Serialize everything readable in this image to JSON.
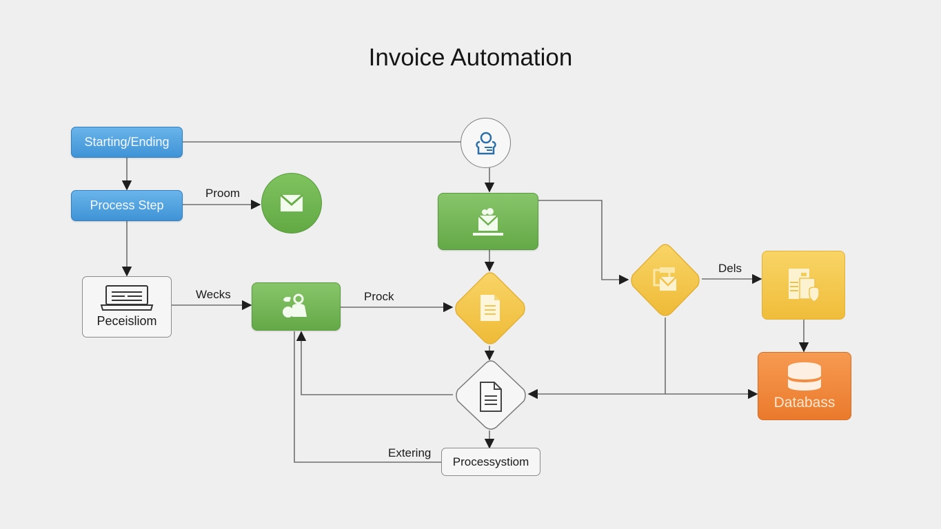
{
  "title": "Invoice Automation",
  "nodes": {
    "start_end": {
      "label": "Starting/Ending",
      "shape": "rounded-rect",
      "color": "#4a9de0"
    },
    "process_step": {
      "label": "Process Step",
      "shape": "rounded-rect",
      "color": "#4a9de0"
    },
    "email_circle": {
      "icon": "envelope-icon",
      "shape": "circle",
      "color": "#6fb452"
    },
    "peceisliom": {
      "label": "Peceisliom",
      "icon": "laptop-icon",
      "shape": "rounded-rect",
      "color": "#f6f6f6"
    },
    "user_circle": {
      "icon": "user-icon",
      "shape": "circle",
      "color": "#f7f7f7"
    },
    "green_mail_box": {
      "icon": "mail-tray-icon",
      "shape": "rounded-rect",
      "color": "#74b656"
    },
    "green_people_box": {
      "icon": "people-icon",
      "shape": "rounded-rect",
      "color": "#74b656"
    },
    "doc_decision_yellow": {
      "icon": "document-icon",
      "shape": "diamond",
      "color": "#f4c94f"
    },
    "mail_decision_yellow": {
      "icon": "printer-mail-icon",
      "shape": "diamond",
      "color": "#f4c94f"
    },
    "secure_doc_box": {
      "icon": "secure-document-icon",
      "shape": "rounded-rect",
      "color": "#f4c94f"
    },
    "database": {
      "label": "Databass",
      "icon": "database-icon",
      "shape": "rounded-rect",
      "color": "#f0883e"
    },
    "doc_decision_white": {
      "icon": "document-icon",
      "shape": "diamond",
      "color": "#f7f7f7"
    },
    "process_system": {
      "label": "Processystiom",
      "shape": "rounded-rect",
      "color": "#f6f6f6"
    }
  },
  "edge_labels": {
    "proom": "Proom",
    "wecks": "Wecks",
    "prock": "Prock",
    "dels": "Dels",
    "extering": "Extering"
  }
}
